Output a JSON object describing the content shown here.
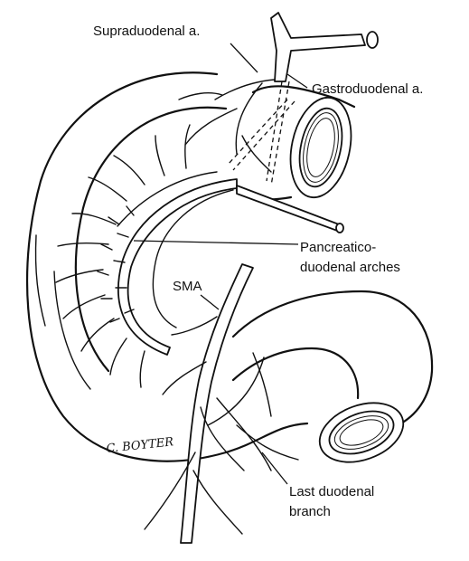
{
  "labels": {
    "supraduodenal": "Supraduodenal a.",
    "gastroduodenal": "Gastroduodenal a.",
    "pancreatico_line1": "Pancreatico-",
    "pancreatico_line2": "duodenal arches",
    "sma": "SMA",
    "last_duodenal_line1": "Last duodenal",
    "last_duodenal_line2": "branch"
  },
  "signature": "C. BOYTER",
  "colors": {
    "ink": "#111111",
    "paper": "#ffffff"
  }
}
